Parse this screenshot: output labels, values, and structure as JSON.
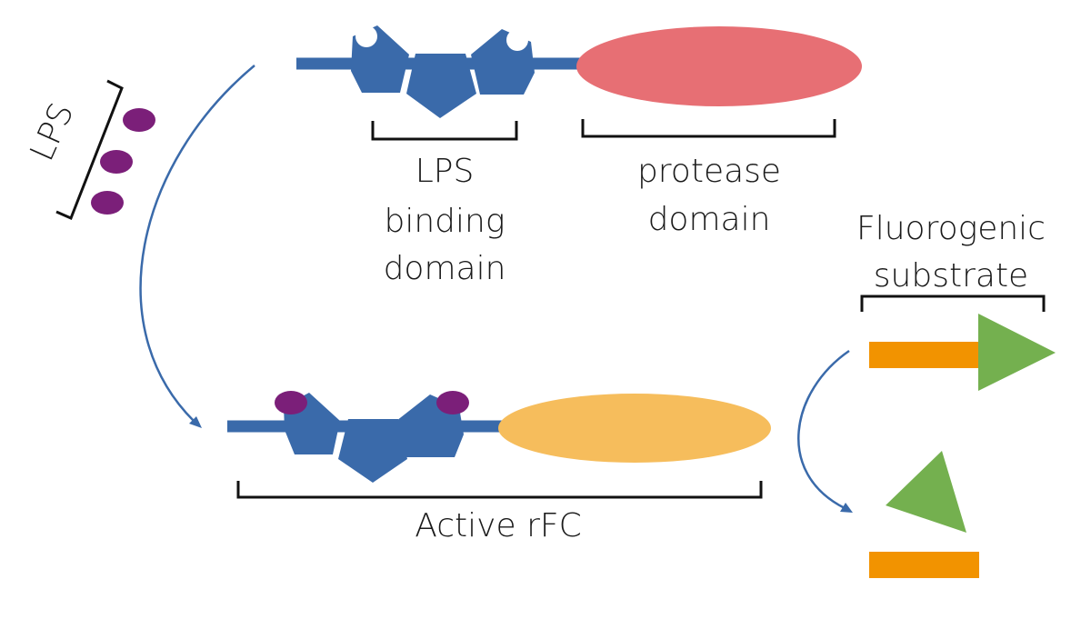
{
  "colors": {
    "lps_binding_domain": "#3a6aaa",
    "protease_domain_inactive": "#e76f74",
    "protease_domain_active": "#f6bd5c",
    "lps_molecule": "#7b1f79",
    "substrate_peptide": "#f29300",
    "fluorophore": "#74b04f",
    "arrow": "#3a6aaa",
    "bracket": "#111111"
  },
  "labels": {
    "lps": "LPS",
    "lps_binding_line1": "LPS",
    "lps_binding_line2": "binding",
    "lps_binding_line3": "domain",
    "protease_line1": "protease",
    "protease_line2": "domain",
    "substrate_line1": "Fluorogenic",
    "substrate_line2": "substrate",
    "active_rfc": "Active rFC"
  }
}
